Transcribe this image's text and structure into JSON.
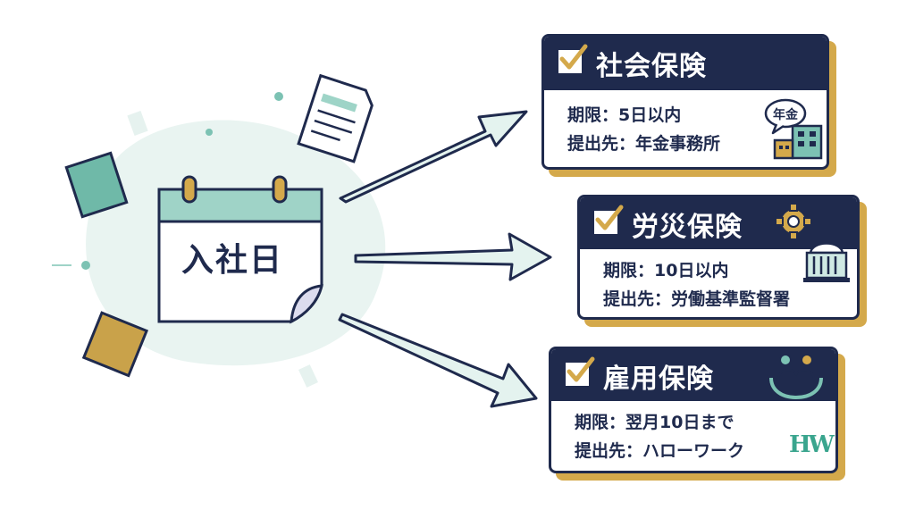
{
  "calendar": {
    "label": "入社日"
  },
  "cards": [
    {
      "title": "社会保険",
      "deadline": "期限：5日以内",
      "office": "提出先：年金事務所",
      "icon_text": "年金"
    },
    {
      "title": "労災保険",
      "deadline": "期限：10日以内",
      "office": "提出先：労働基準監督署"
    },
    {
      "title": "雇用保険",
      "deadline": "期限：翌月10日まで",
      "office": "提出先：ハローワーク",
      "icon_text": "HW"
    }
  ],
  "colors": {
    "navy": "#1f2a4d",
    "gold": "#d4a94b",
    "teal": "#5fb8a8",
    "mint": "#e6f2ef"
  }
}
